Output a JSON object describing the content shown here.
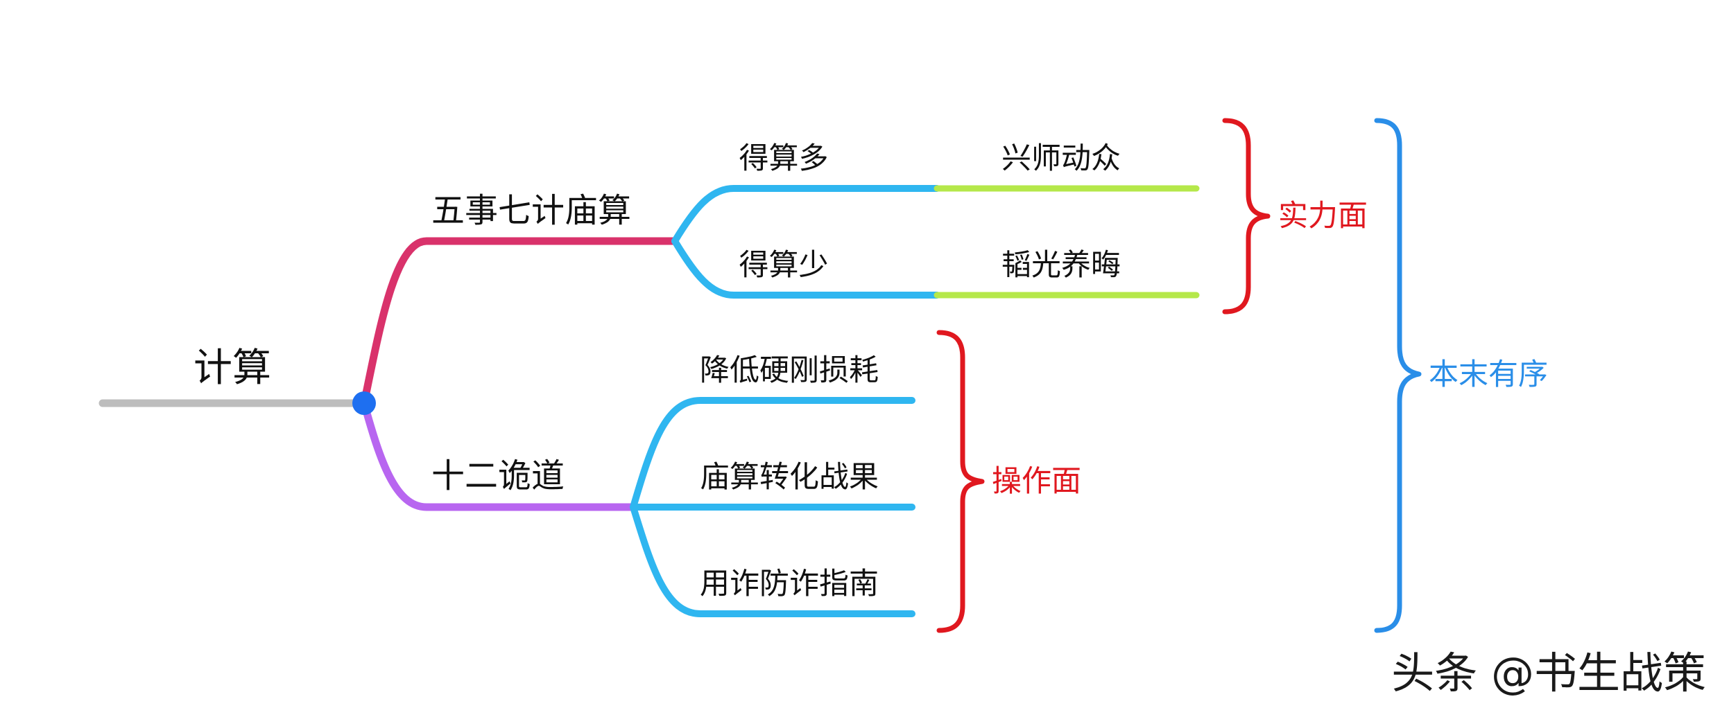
{
  "root": {
    "label": "计算"
  },
  "branches": [
    {
      "label": "五事七计庙算",
      "children": [
        {
          "label": "得算多",
          "next": "兴师动众"
        },
        {
          "label": "得算少",
          "next": "韬光养晦"
        }
      ]
    },
    {
      "label": "十二诡道",
      "children": [
        {
          "label": "降低硬刚损耗"
        },
        {
          "label": "庙算转化战果"
        },
        {
          "label": "用诈防诈指南"
        }
      ]
    }
  ],
  "summaries": {
    "strength": "实力面",
    "operation": "操作面",
    "order": "本末有序"
  },
  "watermark": "头条 @书生战策",
  "colors": {
    "root_line": "#bdbdbd",
    "junction": "#1e6ff0",
    "branch_upper": "#d9326b",
    "branch_lower": "#b866f0",
    "level2": "#2fb6f0",
    "level3": "#b5e84a",
    "brace_red": "#e0181f",
    "brace_blue": "#2a8ee8"
  }
}
